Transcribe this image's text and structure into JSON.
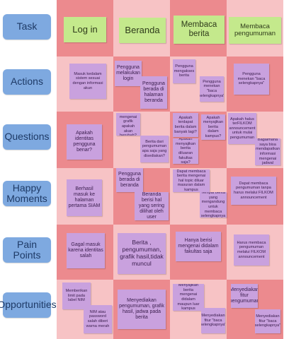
{
  "rows": [
    "Task",
    "Actions",
    "Questions",
    "Happy Moments",
    "Pain Points",
    "Opportunities"
  ],
  "tasks": [
    "Log in",
    "Beranda",
    "Membaca berita",
    "Membaca pengumuman"
  ],
  "notes": {
    "actions": [
      "Masuk kedalam sistem sesuai dengan informasi akun",
      "Pengguna melakukan login",
      "Pengguna berada di halaman beranda",
      "Pengguna mengakses berita",
      "Pengguna menekan \"baca selengkapnya\"",
      "Pengguna menekan \"baca selengkapnya\""
    ],
    "questions": [
      "Apakah identitas pengguna benar?",
      "Informasi mengenai grafik apakah akan berubah?",
      "Berita dari pengumuman apa saja yang disediakan?",
      "Apakah terdapat berita dalam banyak lagi?",
      "Apakah menyajikan berita dalam kampus?",
      "Apakah menyajikan berita diluaran fakultas saja?",
      "Apakah halus terFILKOM announcement untuk mulai pengumuman",
      "Bagaimana saya bisa mendapatkan informasi mengenai jadwal"
    ],
    "happy": [
      "Berhasil masuk ke halaman pertama SIAM",
      "Pengguna berada di beranda",
      "Beranda berisi hal yang sering dilihat oleh user",
      "Dapat membaca berita mengenai hal topic diluar masuran dalam kampus",
      "Tempat berita yang mengandung untuk membaca selengkapnya",
      "Dapat membaca pengumuman tanpa harus melalui FILKOM announcement"
    ],
    "pain": [
      "Gagal masuk karena identitas salah",
      "Berita , pengumuman, grafik hasil,tidak muncul",
      "Hanya berisi mengenai didalam fakultas saja",
      "Harus membaca pengumuman melalui FILKOM announcement"
    ],
    "opportunities": [
      "Memberikan limit pada label NIM",
      "NIM atau password salah diberi warna merah",
      "Menyediakan pengumuman, grafik hasil, jadwa pada berita",
      "Menyajikan berita mengenai didalam maupun luar kampus",
      "Menyediakan fitur \"baca selengkapnya\"",
      "Menyediakan fitur pengumuman",
      "Menyediakan fitur \"baca selengkapnya\""
    ]
  },
  "colors": {
    "label": "#7ea9e0",
    "task": "#c4e98c",
    "note": "#c9a1de",
    "cell_dark": "#ec8a8e",
    "cell_light": "#f7c3c5"
  }
}
